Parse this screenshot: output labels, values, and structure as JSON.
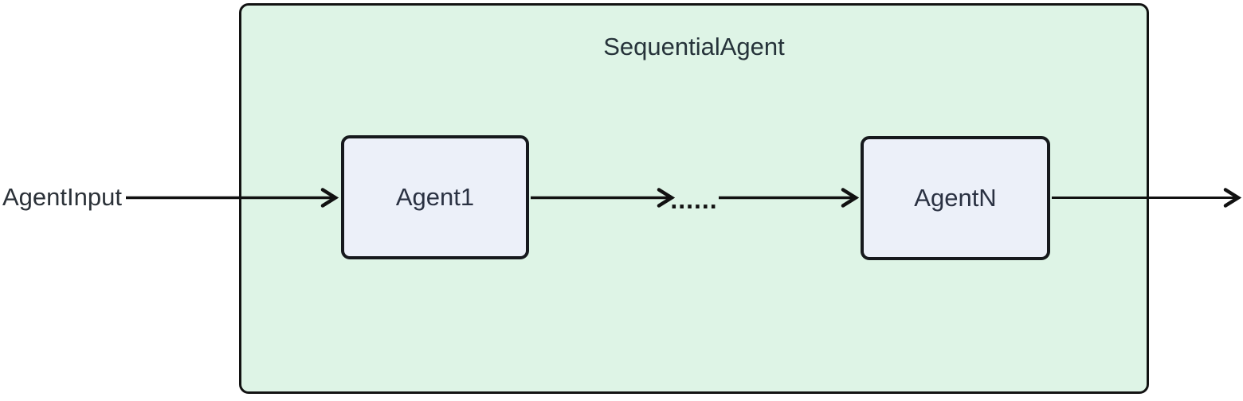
{
  "diagram": {
    "type": "flowchart",
    "outer_input_label": "AgentInput",
    "container": {
      "title": "SequentialAgent"
    },
    "nodes": [
      {
        "id": "agent1",
        "label": "Agent1"
      },
      {
        "id": "agentN",
        "label": "AgentN"
      }
    ],
    "edges": [
      {
        "from": "AgentInput",
        "to": "Agent1"
      },
      {
        "from": "Agent1",
        "to": "ellipsis"
      },
      {
        "from": "ellipsis",
        "to": "AgentN"
      },
      {
        "from": "AgentN",
        "to": "output"
      }
    ],
    "ellipsis_label": "......",
    "colors": {
      "background": "#ffffff",
      "container_fill": "#def4e6",
      "container_border": "#121212",
      "node_fill": "#ecf0f9",
      "node_border": "#16191d",
      "arrow": "#111111",
      "text": "#2a3138"
    }
  }
}
